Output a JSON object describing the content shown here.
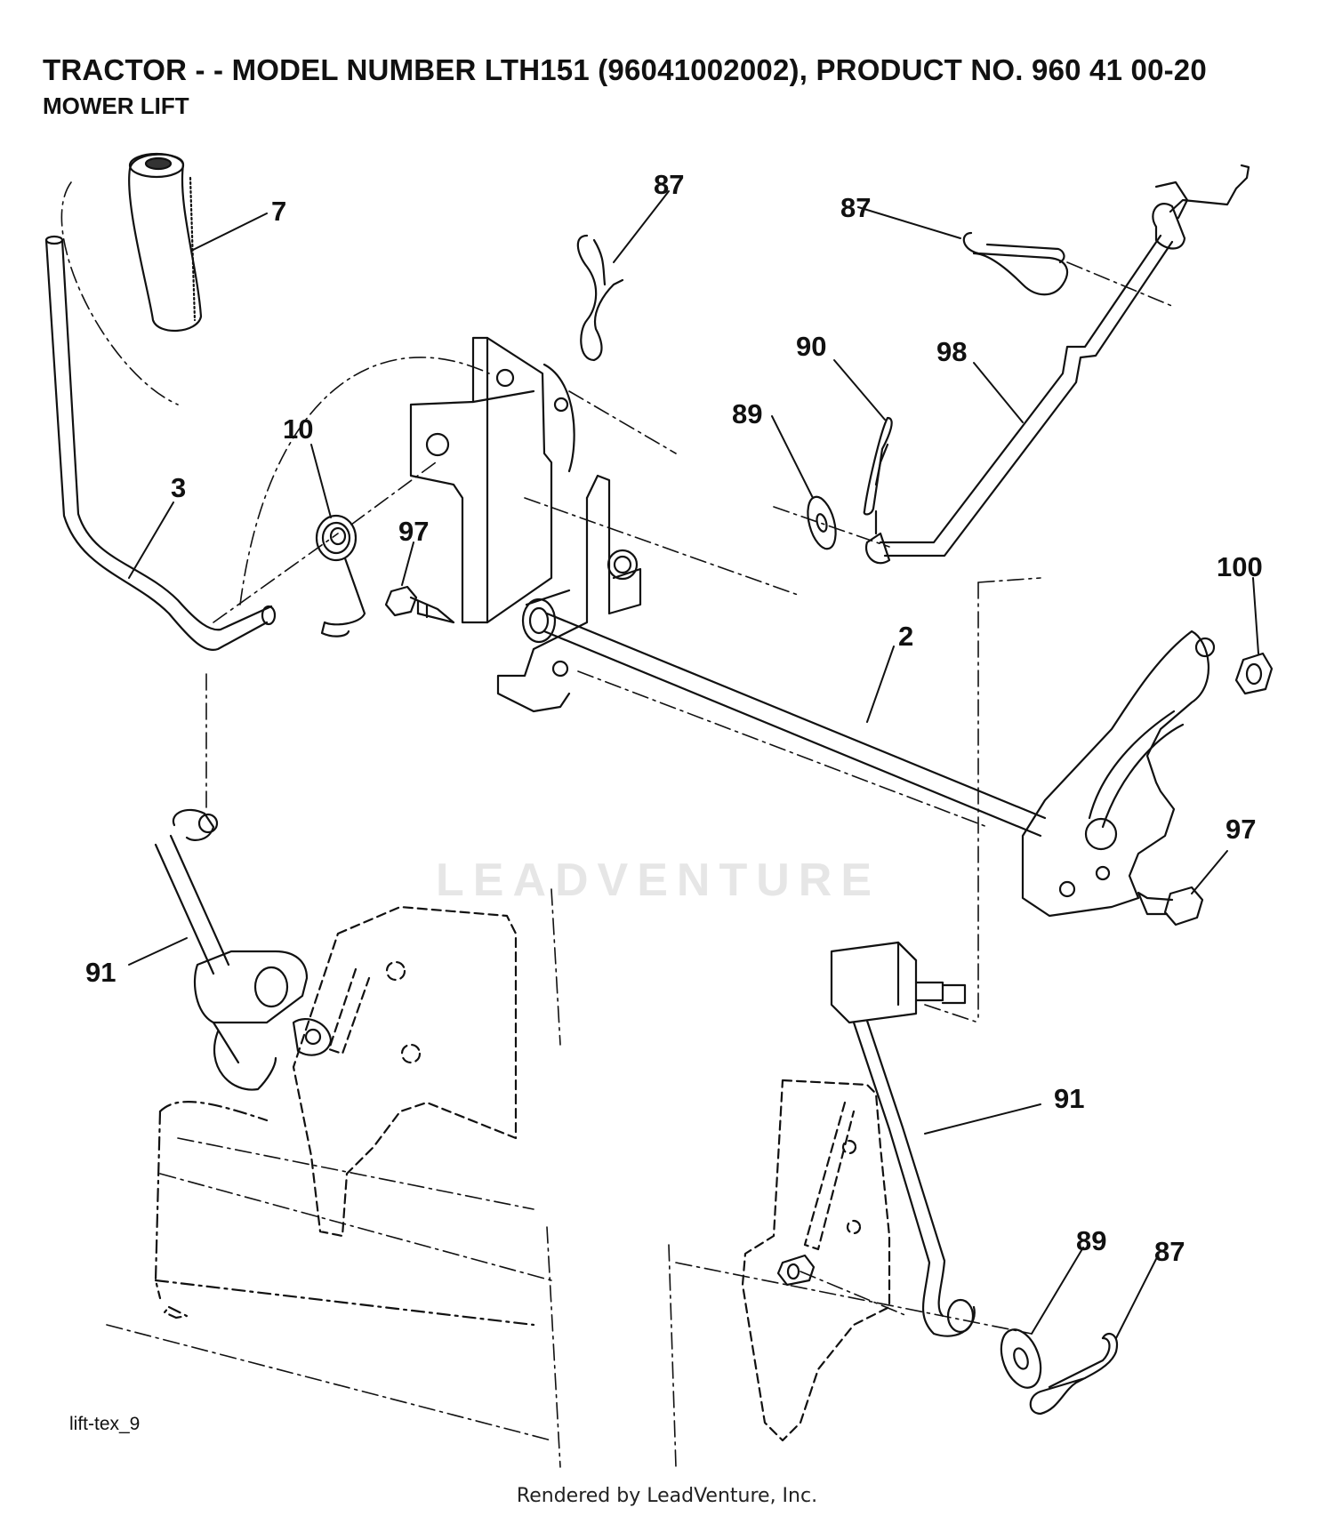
{
  "header": {
    "title": "TRACTOR - - MODEL NUMBER LTH151 (96041002002), PRODUCT NO. 960 41 00-20",
    "subtitle": "MOWER LIFT"
  },
  "callouts": {
    "c7": "7",
    "c87_top": "87",
    "c87_right": "87",
    "c90": "90",
    "c98": "98",
    "c89_top": "89",
    "c10": "10",
    "c3": "3",
    "c97_left": "97",
    "c100": "100",
    "c2": "2",
    "c97_right": "97",
    "c91_left": "91",
    "c91_right": "91",
    "c89_bottom": "89",
    "c87_bottom": "87"
  },
  "drawing_code": "lift-tex_9",
  "watermark": "LEADVENTURE",
  "footer": "Rendered by LeadVenture, Inc."
}
